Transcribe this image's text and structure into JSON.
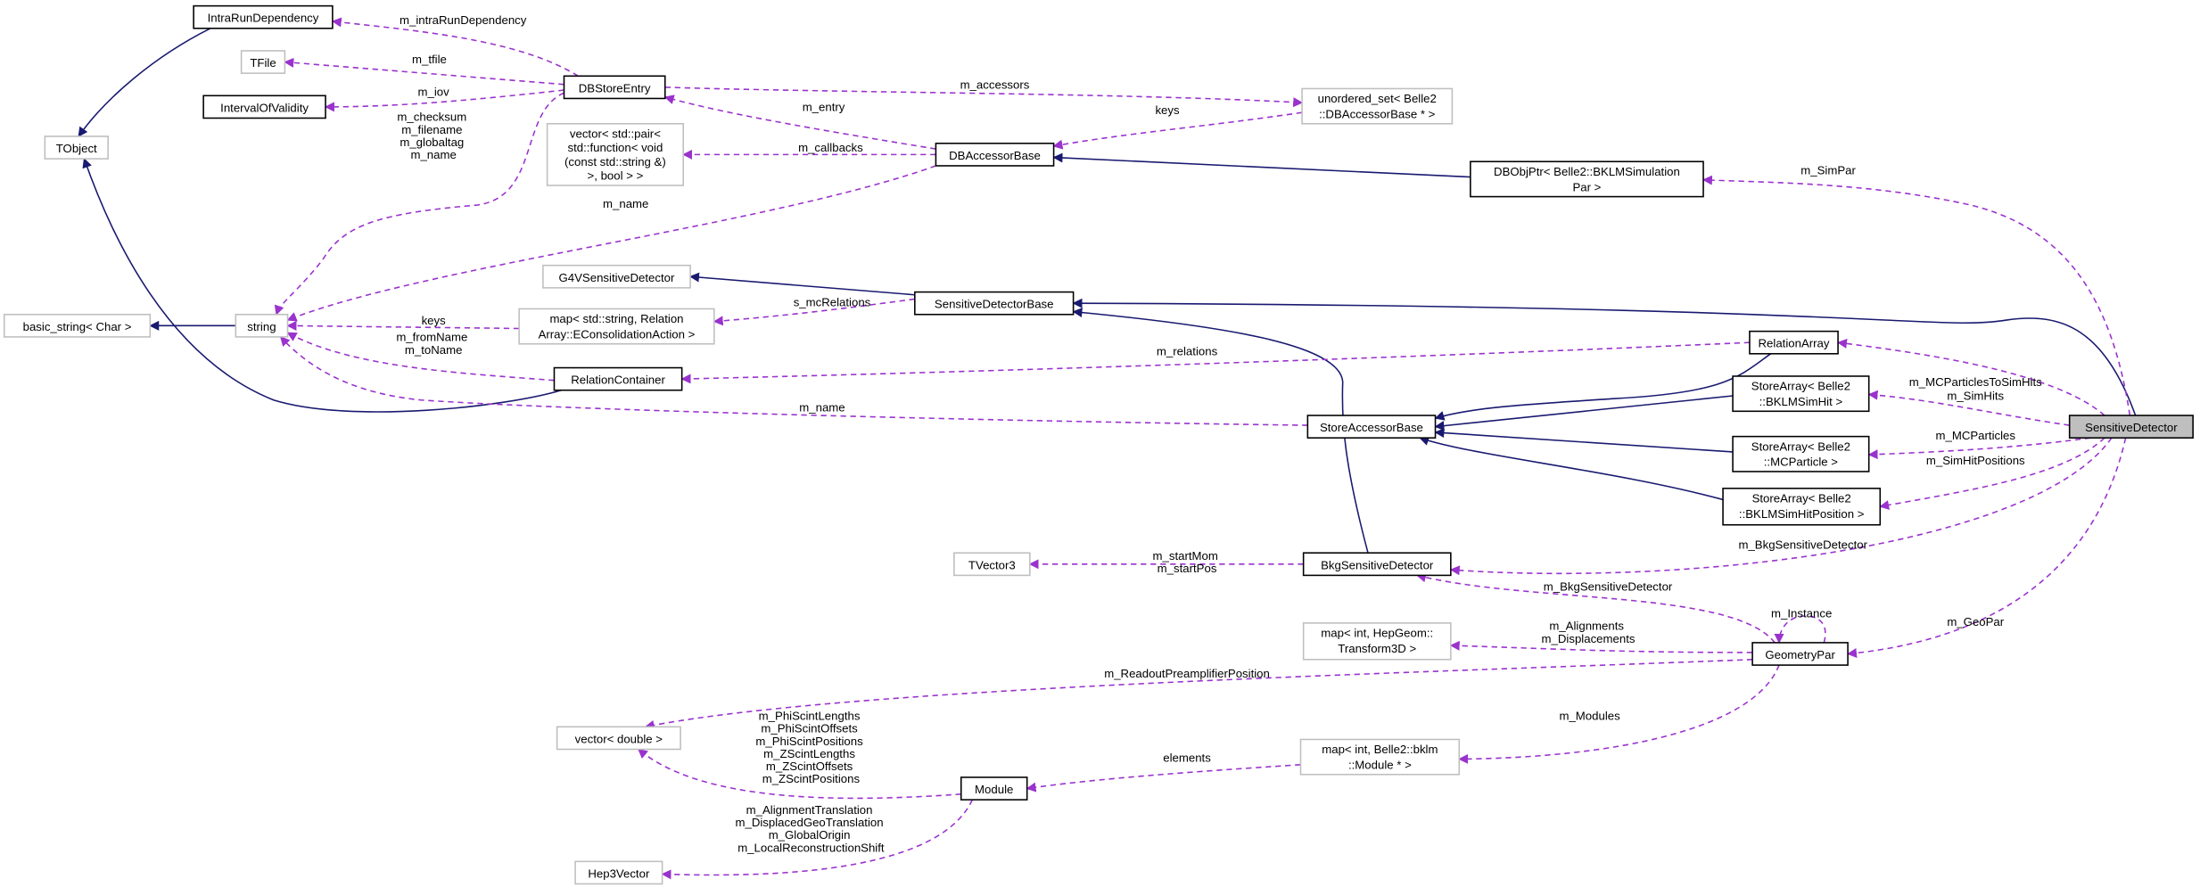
{
  "colors": {
    "inheritance": "#191970",
    "association": "#9a32cd",
    "focus_node": "#bfbfbf"
  },
  "nodes": {
    "intra_run_dependency": "IntraRunDependency",
    "tfile": "TFile",
    "interval_of_validity": "IntervalOfValidity",
    "tobject": "TObject",
    "db_store_entry": "DBStoreEntry",
    "unordered_set": [
      "unordered_set< Belle2",
      "::DBAccessorBase * >"
    ],
    "vector_pair": [
      "vector< std::pair<",
      "std::function< void",
      "(const std::string &)",
      ">, bool > >"
    ],
    "db_accessor_base": "DBAccessorBase",
    "db_obj_ptr": [
      "DBObjPtr< Belle2::BKLMSimulation",
      "Par >"
    ],
    "g4v_sensitive_detector": "G4VSensitiveDetector",
    "sensitive_detector_base": "SensitiveDetectorBase",
    "basic_string": "basic_string< Char >",
    "string": "string",
    "map_relation": [
      "map< std::string, Relation",
      "Array::EConsolidationAction >"
    ],
    "relation_container": "RelationContainer",
    "relation_array": "RelationArray",
    "store_array_simhit": [
      "StoreArray< Belle2",
      "::BKLMSimHit >"
    ],
    "store_accessor_base": "StoreAccessorBase",
    "sensitive_detector": "SensitiveDetector",
    "store_array_mcparticle": [
      "StoreArray< Belle2",
      "::MCParticle >"
    ],
    "store_array_simhitposition": [
      "StoreArray< Belle2",
      "::BKLMSimHitPosition >"
    ],
    "tvector3": "TVector3",
    "bkg_sensitive_detector": "BkgSensitiveDetector",
    "map_hepgeom": [
      "map< int, HepGeom::",
      "Transform3D >"
    ],
    "geometry_par": "GeometryPar",
    "vector_double": "vector< double >",
    "map_module": [
      "map< int, Belle2::bklm",
      "::Module * >"
    ],
    "module": "Module",
    "hep3vector": "Hep3Vector"
  },
  "edge_labels": {
    "intra_run_dependency": "m_intraRunDependency",
    "tfile": "m_tfile",
    "iov": "m_iov",
    "db_strings": [
      "m_checksum",
      "m_filename",
      "m_globaltag",
      "m_name"
    ],
    "accessors": "m_accessors",
    "keys_set": "keys",
    "entry": "m_entry",
    "callbacks": "m_callbacks",
    "db_name": "m_name",
    "keys_map": "keys",
    "mc_relations": "s_mcRelations",
    "from_to": [
      "m_fromName",
      "m_toName"
    ],
    "relations": "m_relations",
    "store_name": "m_name",
    "sim_par": "m_SimPar",
    "mcparticles_to_simhits": "m_MCParticlesToSimHits",
    "sim_hits": "m_SimHits",
    "mcparticles": "m_MCParticles",
    "sim_hit_positions": "m_SimHitPositions",
    "bkg_sd_1": "m_BkgSensitiveDetector",
    "geo_par": "m_GeoPar",
    "bkg_sd_2": "m_BkgSensitiveDetector",
    "instance": "m_Instance",
    "alignments": [
      "m_Alignments",
      "m_Displacements"
    ],
    "readout": "m_ReadoutPreamplifierPosition",
    "modules": "m_Modules",
    "elements": "elements",
    "scint": [
      "m_PhiScintLengths",
      "m_PhiScintOffsets",
      "m_PhiScintPositions",
      "m_ZScintLengths",
      "m_ZScintOffsets",
      "m_ZScintPositions"
    ],
    "start": [
      "m_startMom",
      "m_startPos"
    ],
    "vec3": [
      "m_AlignmentTranslation",
      "m_DisplacedGeoTranslation",
      "m_GlobalOrigin",
      "m_LocalReconstructionShift"
    ]
  }
}
